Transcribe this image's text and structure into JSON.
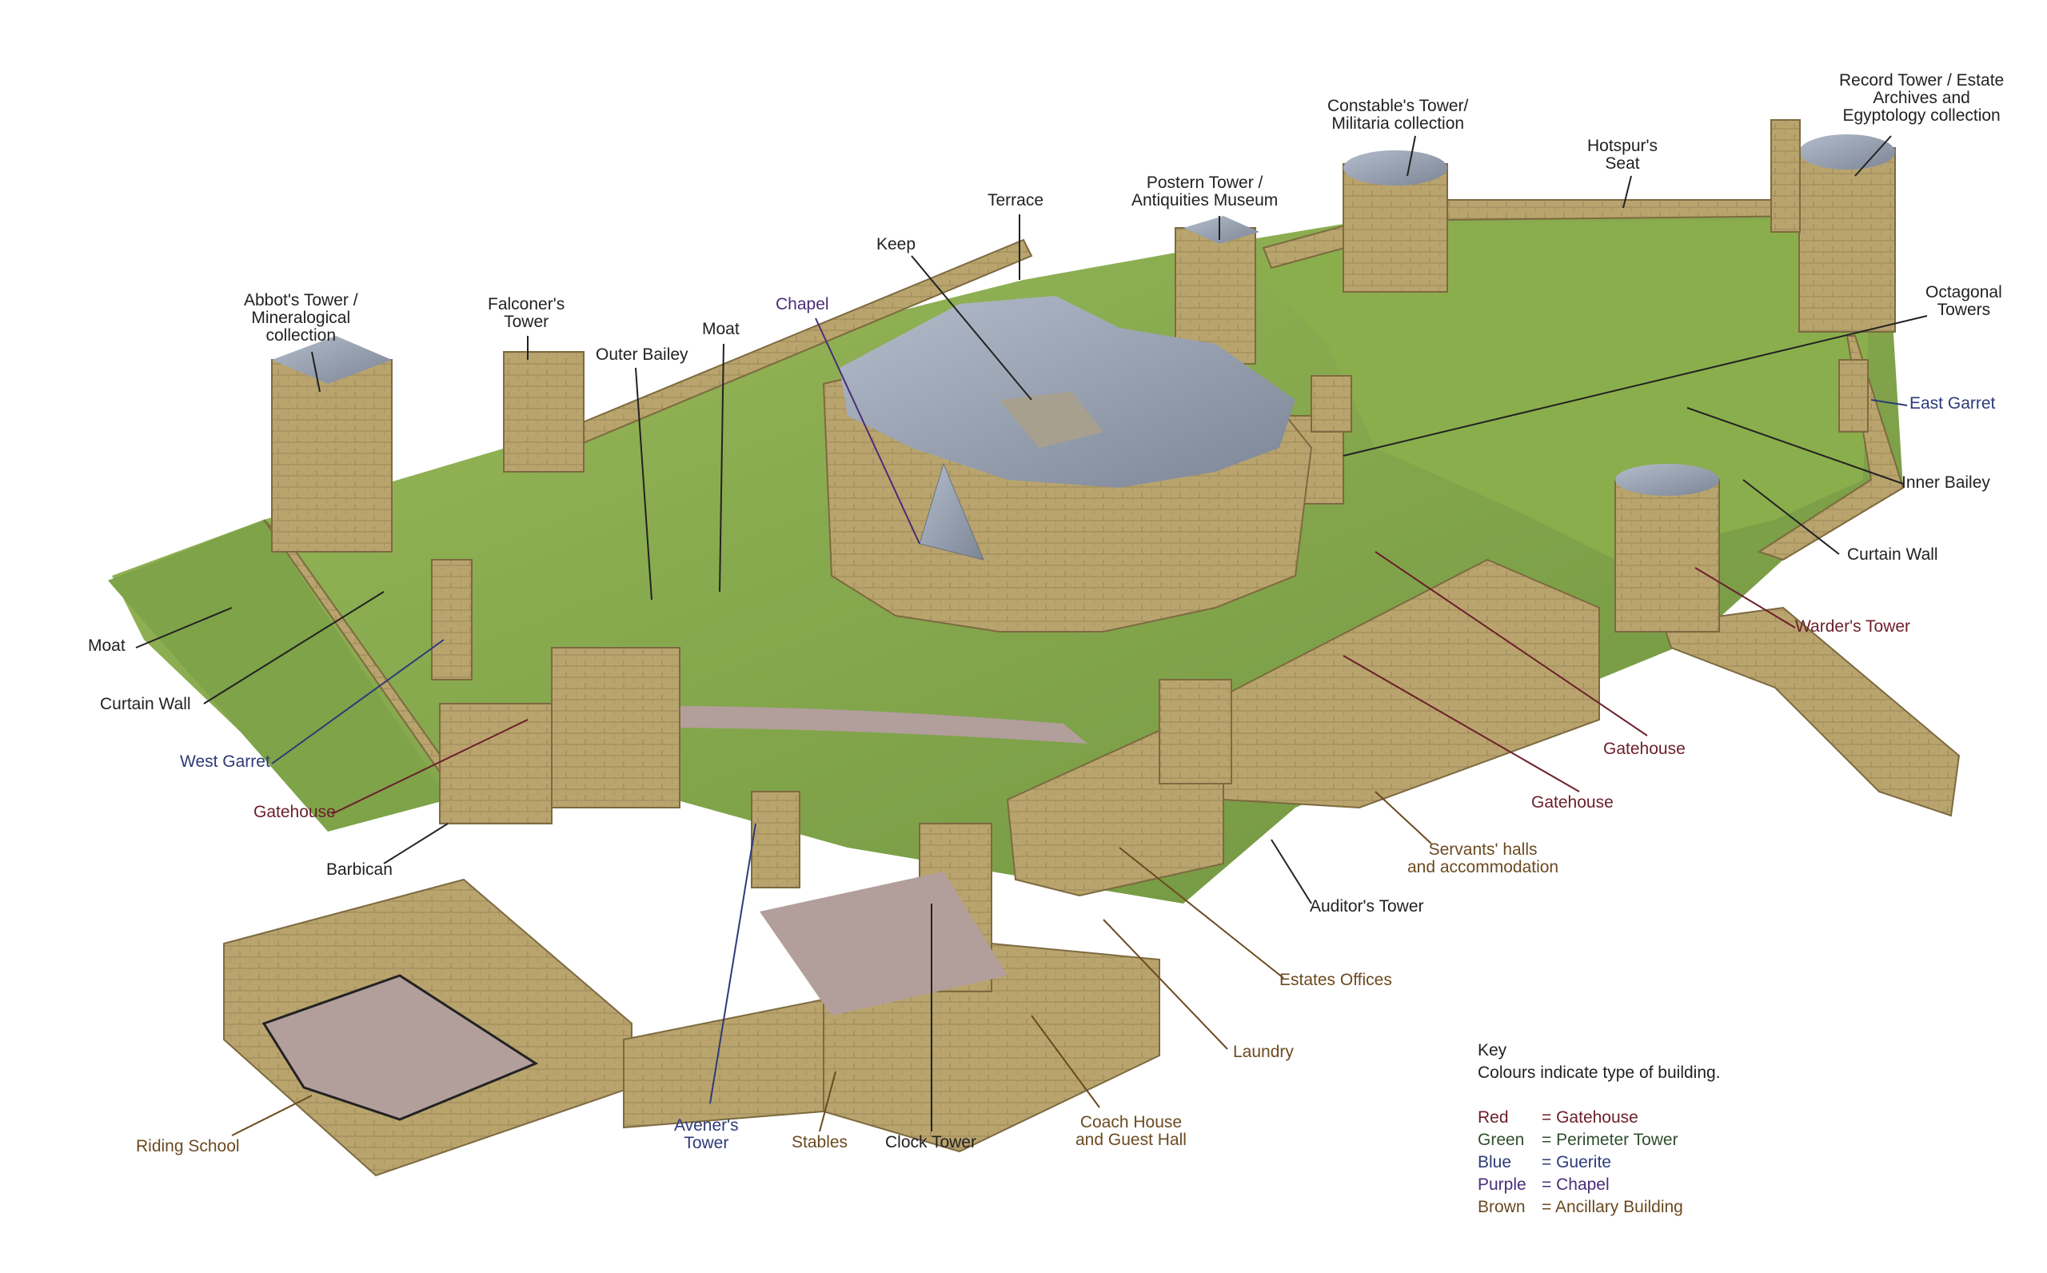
{
  "colors": {
    "black": "#222222",
    "Gatehouse": "#6b1f2a",
    "Perimeter Tower": "#2f4f2f",
    "Guerite": "#2d3a78",
    "Chapel": "#4a2d78",
    "Ancillary Building": "#6b4a20",
    "grass": "#86a84a",
    "stone": "#b8a26b",
    "roof": "#8f98a8"
  },
  "labels": {
    "constables_tower": "Constable's Tower/\nMilitaria collection",
    "record_tower": "Record Tower / Estate\nArchives and\nEgyptology collection",
    "hotspurs_seat": "Hotspur's\nSeat",
    "postern_tower": "Postern Tower /\nAntiquities Museum",
    "terrace": "Terrace",
    "keep": "Keep",
    "chapel": "Chapel",
    "octagonal_towers": "Octagonal\nTowers",
    "abbots_tower": "Abbot's Tower /\nMineralogical\ncollection",
    "falconers_tower": "Falconer's\nTower",
    "moat_top": "Moat",
    "outer_bailey": "Outer Bailey",
    "east_garret": "East Garret",
    "inner_bailey": "Inner Bailey",
    "curtain_wall_right": "Curtain Wall",
    "warders_tower": "Warder's Tower",
    "moat_left": "Moat",
    "curtain_wall_left": "Curtain Wall",
    "west_garret": "West Garret",
    "gatehouse_left": "Gatehouse",
    "gatehouse_right1": "Gatehouse",
    "gatehouse_right2": "Gatehouse",
    "barbican": "Barbican",
    "servants_halls": "Servants' halls\nand accommodation",
    "auditors_tower": "Auditor's Tower",
    "estates_offices": "Estates Offices",
    "laundry": "Laundry",
    "coach_house": "Coach House\nand Guest Hall",
    "riding_school": "Riding School",
    "aveners_tower": "Avener's\nTower",
    "stables": "Stables",
    "clock_tower": "Clock Tower"
  },
  "key": {
    "title": "Key",
    "subtitle": "Colours indicate type of building.",
    "rows": [
      {
        "colour": "Red",
        "meaning": "= Gatehouse"
      },
      {
        "colour": "Green",
        "meaning": "= Perimeter Tower"
      },
      {
        "colour": "Blue",
        "meaning": "= Guerite"
      },
      {
        "colour": "Purple",
        "meaning": "= Chapel"
      },
      {
        "colour": "Brown",
        "meaning": "= Ancillary Building"
      }
    ]
  }
}
